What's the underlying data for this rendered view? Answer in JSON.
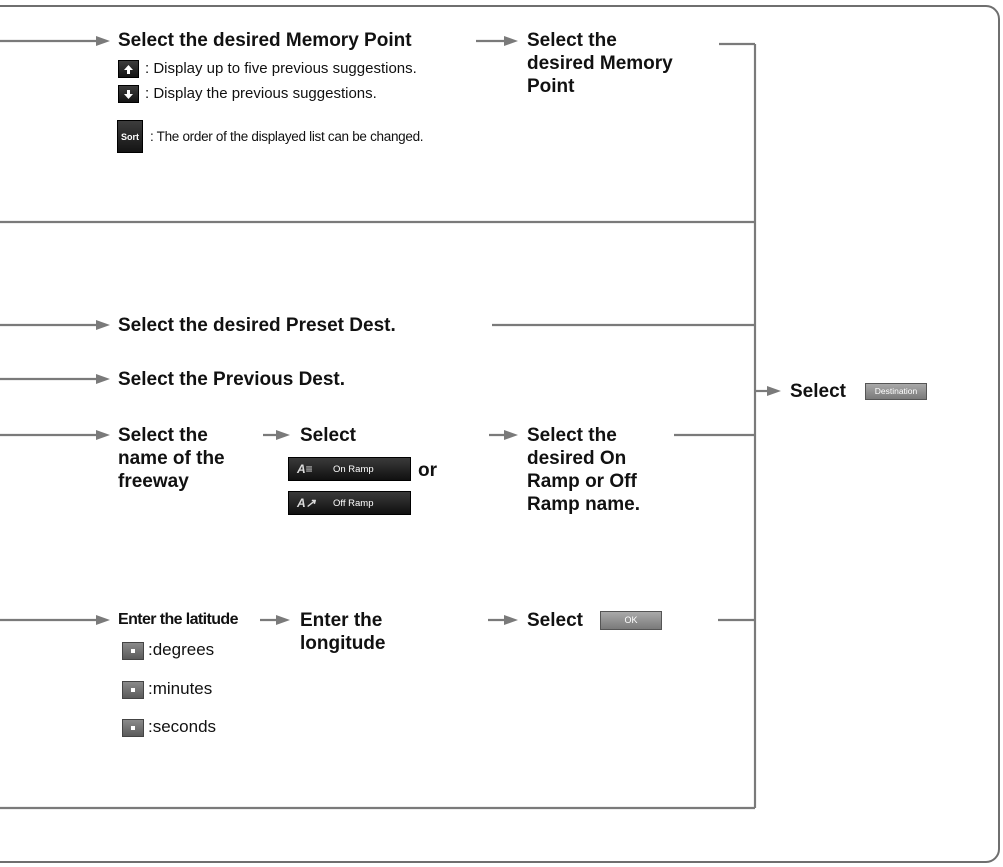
{
  "memory": {
    "title": "Select the desired  Memory Point",
    "up_desc": ": Display up to five previous suggestions.",
    "down_desc": ": Display the previous suggestions.",
    "sort_label": "Sort",
    "sort_desc": ": The order of the displayed list can be changed.",
    "next_step": [
      "Select the",
      "desired Memory",
      "Point"
    ]
  },
  "preset": {
    "title": "Select the desired Preset Dest."
  },
  "previous": {
    "title": "Select the Previous Dest."
  },
  "freeway": {
    "title": [
      "Select the",
      "name of the",
      "freeway"
    ],
    "select_label": "Select",
    "on_ramp": "On Ramp",
    "off_ramp": "Off Ramp",
    "or_label": "or",
    "next_step": [
      "Select the",
      "desired On",
      "Ramp or Off",
      "Ramp name."
    ]
  },
  "coords": {
    "latitude": "Enter the latitude",
    "longitude": [
      "Enter the",
      "longitude"
    ],
    "degrees": ":degrees",
    "minutes": ":minutes",
    "seconds": ":seconds",
    "select_label": "Select",
    "ok_label": "OK"
  },
  "final": {
    "select_label": "Select",
    "destination_label": "Destination"
  },
  "colors": {
    "line": "#7a7a7a",
    "frame": "#6f6f6f"
  }
}
